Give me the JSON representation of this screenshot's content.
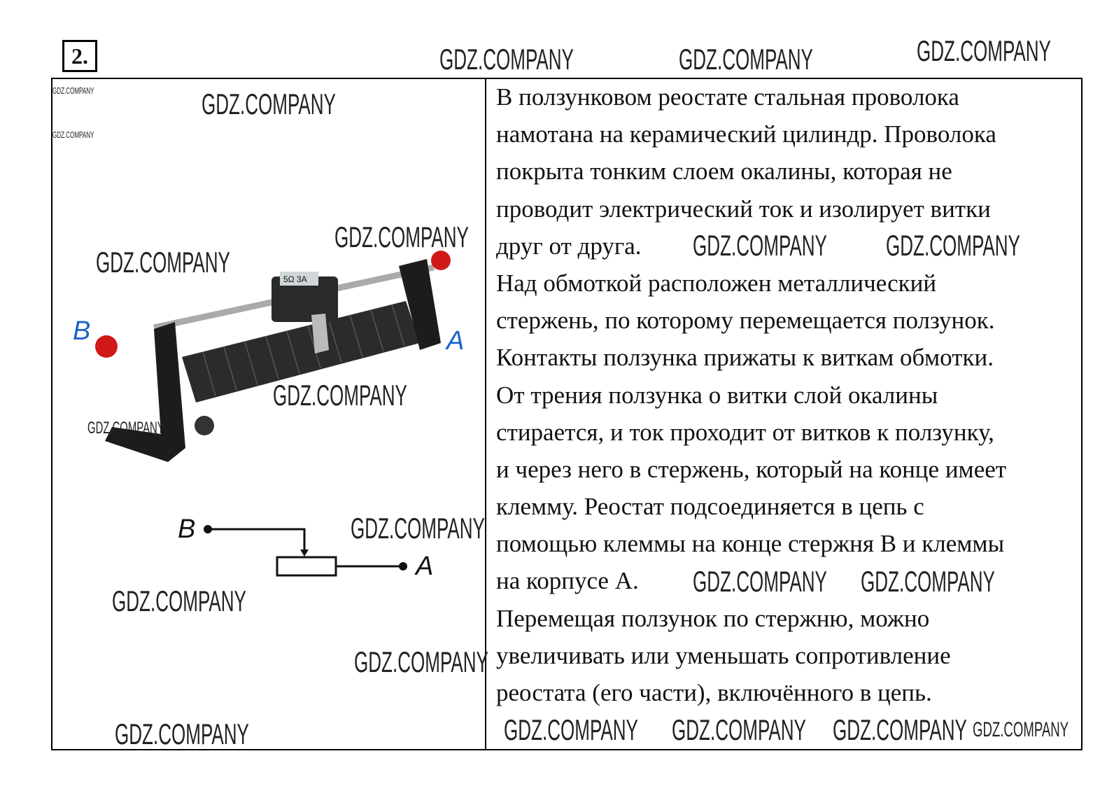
{
  "task_number": "2.",
  "watermark": "GDZ.COMPANY",
  "figure": {
    "photo_label_b": "B",
    "photo_label_a": "A",
    "slider_marking": "5Ω 3A",
    "schematic_label_b": "B",
    "schematic_label_a": "A",
    "accent_color": "#1a64c8",
    "terminal_color": "#d01818"
  },
  "answer_lines": [
    "В ползунковом реостате стальная проволока",
    "намотана на керамический цилиндр. Проволока",
    "покрыта тонким слоем окалины, которая не",
    "проводит электрический ток и изолирует витки",
    "друг от друга.",
    "Над обмоткой расположен металлический",
    "стержень, по которому перемещается ползунок.",
    "Контакты ползунка прижаты к виткам обмотки.",
    "От трения ползунка о витки слой окалины",
    "стирается, и ток проходит от витков к ползунку,",
    "и через него в стержень, который на конце имеет",
    "клемму. Реостат подсоединяется в цепь с",
    "помощью клеммы на конце стержня В и клеммы",
    "на корпусе А.",
    "Перемещая ползунок по стержню, можно",
    "увеличивать или уменьшать сопротивление",
    "реостата (его части), включённого в цепь."
  ]
}
